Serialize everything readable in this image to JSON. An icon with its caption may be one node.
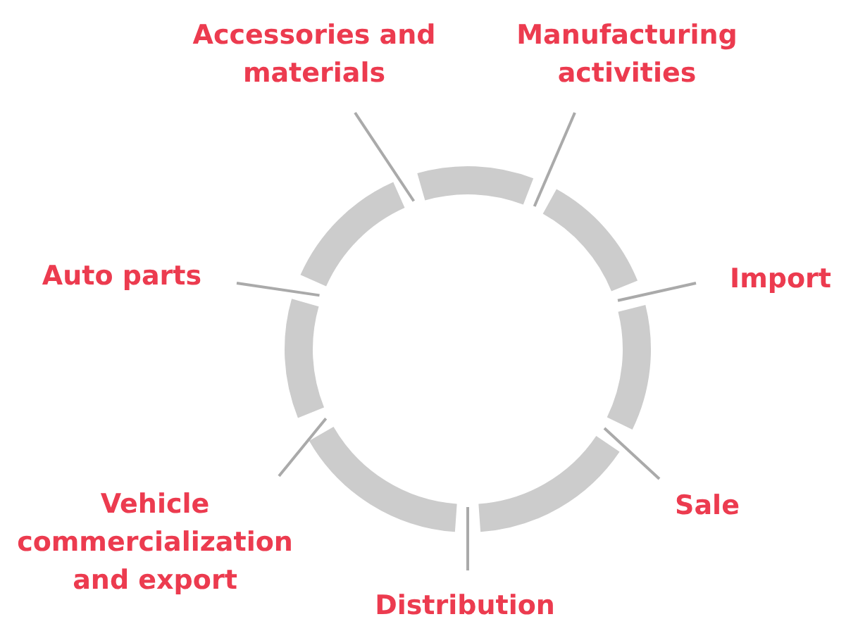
{
  "diagram": {
    "nodes": [
      {
        "text": [
          "Accessories and materials"
        ]
      },
      {
        "text": [
          "Manufacturing activities"
        ]
      },
      {
        "text": [
          "Auto parts"
        ]
      },
      {
        "text": [
          "Import"
        ]
      },
      {
        "text": [
          "Vehicle commercialization and export"
        ]
      },
      {
        "text": [
          "Sale"
        ]
      },
      {
        "text": [
          "Distribution"
        ]
      }
    ],
    "edges": [
      {
        "from": 0,
        "to": null,
        "arrow": "none"
      },
      {
        "from": 1,
        "to": null,
        "arrow": "none"
      },
      {
        "from": 2,
        "to": null,
        "arrow": "none"
      },
      {
        "from": 3,
        "to": null,
        "arrow": "none"
      },
      {
        "from": 4,
        "to": null,
        "arrow": "none"
      },
      {
        "from": 5,
        "to": null,
        "arrow": "none"
      },
      {
        "from": 6,
        "to": null,
        "arrow": "none"
      }
    ]
  }
}
